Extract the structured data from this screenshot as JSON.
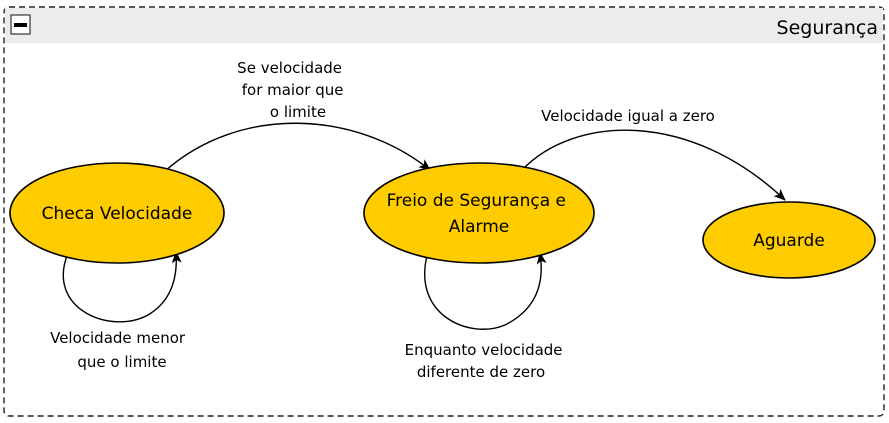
{
  "panel": {
    "title": "Segurança",
    "collapse_icon": "minus-box-icon",
    "border_color": "#222222",
    "header_color": "#ececec"
  },
  "colors": {
    "state_fill": "#FFCC00",
    "state_stroke": "#000000"
  },
  "states": {
    "checa": {
      "label": [
        "Checa Velocidade"
      ]
    },
    "freio": {
      "label": [
        "Freio de Segurança e",
        "Alarme"
      ]
    },
    "aguarde": {
      "label": [
        "Aguarde"
      ]
    }
  },
  "transitions": {
    "checa_to_freio": [
      "Se velocidade",
      "for maior que",
      "o limite"
    ],
    "freio_to_aguarde": [
      "Velocidade igual a zero"
    ],
    "checa_self": [
      "Velocidade menor",
      "que o limite"
    ],
    "freio_self": [
      "Enquanto velocidade",
      "diferente de zero"
    ]
  }
}
